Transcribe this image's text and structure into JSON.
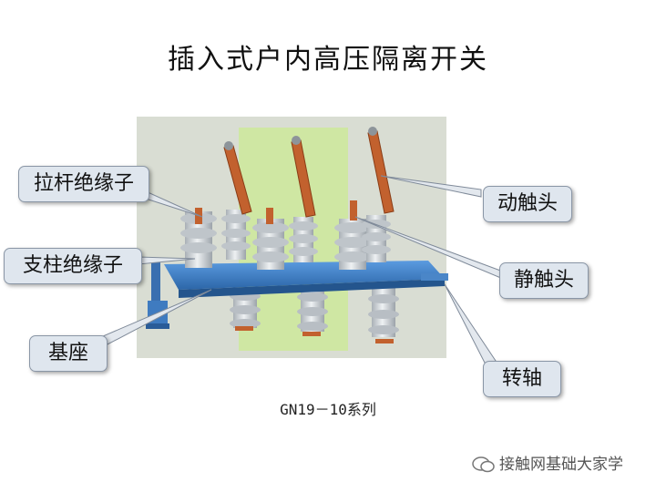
{
  "title": "插入式户内高压隔离开关",
  "labels": {
    "lagan": "拉杆绝缘子",
    "zhizhu": "支柱绝缘子",
    "jizuo": "基座",
    "dongchutou": "动触头",
    "jingchutou": "静触头",
    "zhuanzhou": "转轴"
  },
  "caption": "GN19－10系列",
  "watermark": "接触网基础大家学",
  "colors": {
    "frame": "#3b7fc4",
    "insulator": "#d4d8dc",
    "copper": "#c2612e",
    "callout_bg": "#dfe6ee"
  }
}
